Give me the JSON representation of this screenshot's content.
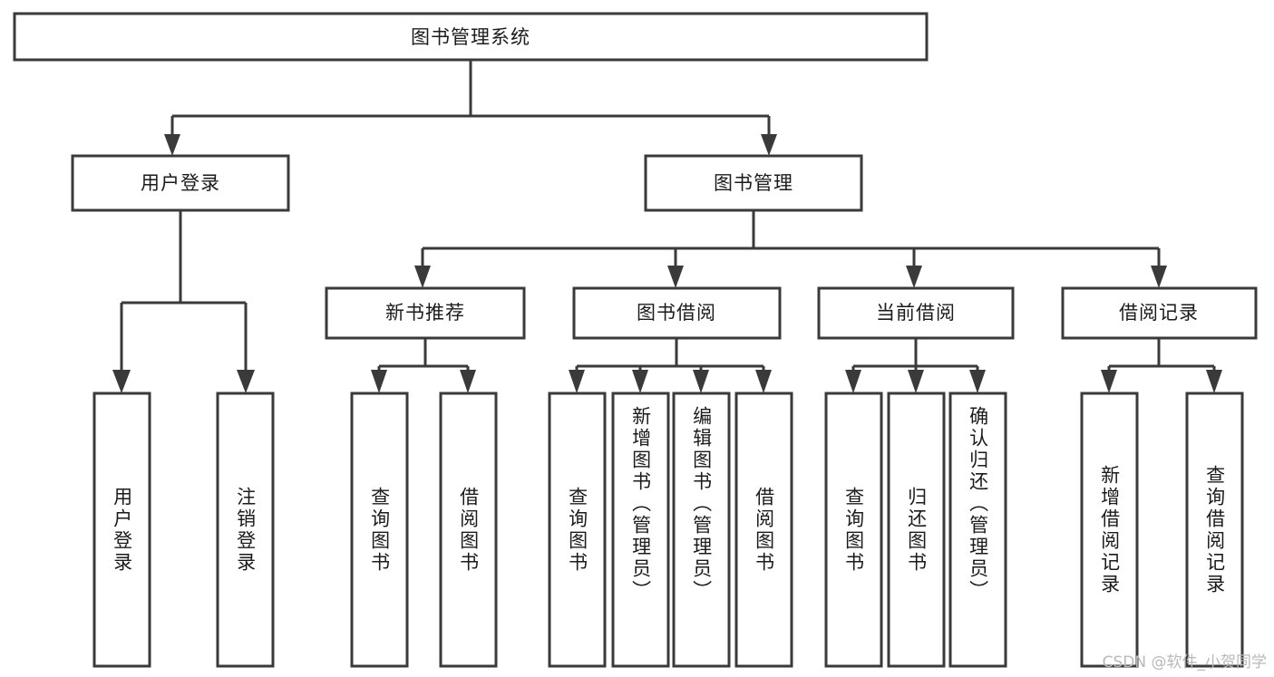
{
  "diagram": {
    "type": "tree-hierarchy",
    "title": "图书管理系统",
    "watermark": "CSDN @软件_小贺同学",
    "colors": {
      "stroke": "#3a3a3a",
      "fill": "#ffffff",
      "text": "#1b1b1b",
      "background": "#ffffff",
      "watermark": "#b9b9b9"
    },
    "levels": {
      "level0": {
        "label": "图书管理系统"
      },
      "level1": [
        {
          "label": "用户登录"
        },
        {
          "label": "图书管理"
        }
      ],
      "level2": [
        {
          "label": "新书推荐"
        },
        {
          "label": "图书借阅"
        },
        {
          "label": "当前借阅"
        },
        {
          "label": "借阅记录"
        }
      ],
      "leaves": [
        {
          "label": "用户登录",
          "parent": "用户登录"
        },
        {
          "label": "注销登录",
          "parent": "用户登录"
        },
        {
          "label": "查询图书",
          "parent": "新书推荐"
        },
        {
          "label": "借阅图书",
          "parent": "新书推荐"
        },
        {
          "label": "查询图书",
          "parent": "图书借阅"
        },
        {
          "label": "新增图书（管理员）",
          "parent": "图书借阅"
        },
        {
          "label": "编辑图书（管理员）",
          "parent": "图书借阅"
        },
        {
          "label": "借阅图书",
          "parent": "图书借阅"
        },
        {
          "label": "查询图书",
          "parent": "当前借阅"
        },
        {
          "label": "归还图书",
          "parent": "当前借阅"
        },
        {
          "label": "确认归还（管理员）",
          "parent": "当前借阅"
        },
        {
          "label": "新增借阅记录",
          "parent": "借阅记录"
        },
        {
          "label": "查询借阅记录",
          "parent": "借阅记录"
        }
      ]
    }
  }
}
